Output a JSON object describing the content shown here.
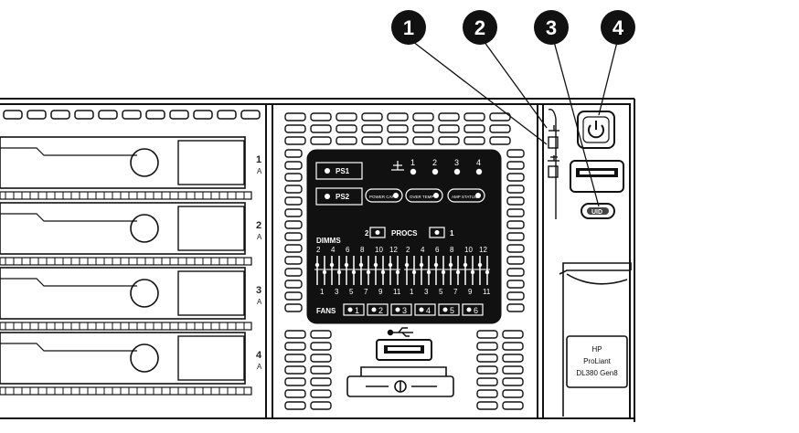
{
  "callouts": [
    "1",
    "2",
    "3",
    "4"
  ],
  "drive_bays": [
    "1",
    "2",
    "3",
    "4"
  ],
  "bay_letter": "A",
  "psu_labels": [
    "PS1",
    "PS2"
  ],
  "status_buttons": [
    "POWER CAP",
    "OVER TEMP",
    "AMP STATUS"
  ],
  "nic_leds": [
    "1",
    "2",
    "3",
    "4"
  ],
  "procs": {
    "label": "PROCS",
    "left": "2",
    "right": "1"
  },
  "dimms": {
    "label": "DIMMS",
    "top_numbers": [
      "2",
      "4",
      "6",
      "8",
      "10",
      "12"
    ],
    "bottom_numbers": [
      "1",
      "3",
      "5",
      "7",
      "9",
      "11"
    ]
  },
  "fans": {
    "label": "FANS",
    "numbers": [
      "1",
      "2",
      "3",
      "4",
      "5",
      "6"
    ]
  },
  "uid_label": "UID",
  "model_tag": {
    "brand": "HP",
    "line": "ProLiant",
    "model": "DL380 Gen8"
  }
}
